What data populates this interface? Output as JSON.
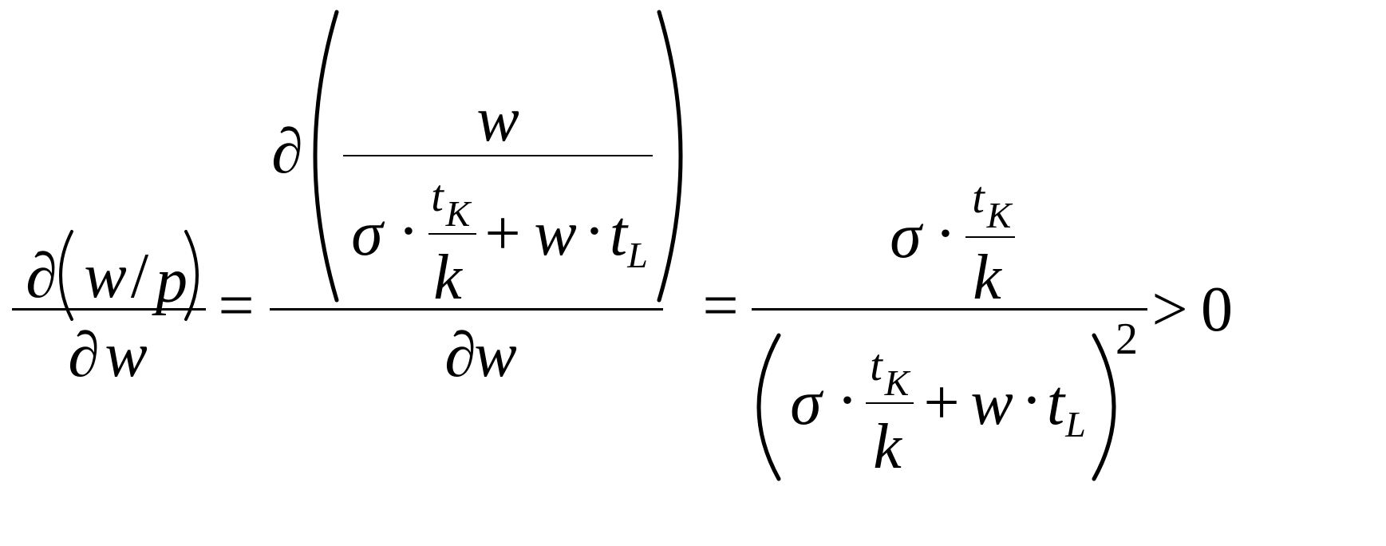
{
  "equation": {
    "lhs": {
      "partial": "∂",
      "w": "w",
      "slash": "/",
      "p": "p",
      "den_partial": "∂",
      "den_w": "w"
    },
    "eq1": "=",
    "middle": {
      "partial": "∂",
      "inner_num": "w",
      "sigma": "σ",
      "dot": "·",
      "t": "t",
      "sub_K": "K",
      "k": "k",
      "plus": "+",
      "w": "w",
      "dot2": "·",
      "t2": "t",
      "sub_L": "L",
      "den_partial": "∂",
      "den_w": "w"
    },
    "eq2": "=",
    "rhs": {
      "num_sigma": "σ",
      "num_dot": "·",
      "num_t": "t",
      "num_sub_K": "K",
      "num_k": "k",
      "den_sigma": "σ",
      "den_dot": "·",
      "den_t": "t",
      "den_sub_K": "K",
      "den_k": "k",
      "den_plus": "+",
      "den_w": "w",
      "den_dot2": "·",
      "den_t2": "t",
      "den_sub_L": "L",
      "exponent": "2"
    },
    "gt": ">",
    "zero": "0"
  }
}
